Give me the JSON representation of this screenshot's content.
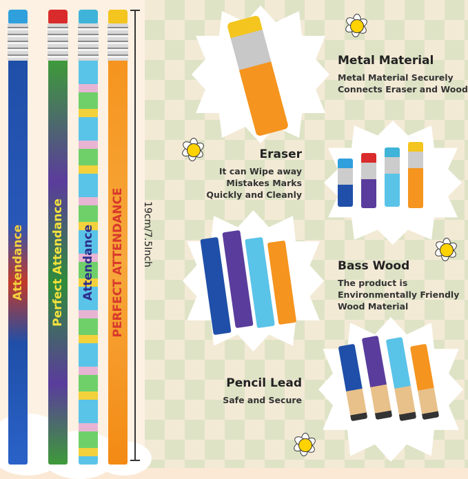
{
  "measurement": "19cm/7.5Inch",
  "pencils": [
    {
      "eraser": "#2fa0dc",
      "body": "#1f4fa8",
      "text": "Attendance",
      "text_color": "#f4d23c"
    },
    {
      "eraser": "#d92b2b",
      "body": "#5a3c9c",
      "text": "Perfect Attendance",
      "text_color": "#f4e23c"
    },
    {
      "eraser": "#3fb3d8",
      "body": "#5ac3e8",
      "text": "Attendance",
      "text_color": "#2d2d8c"
    },
    {
      "eraser": "#f3c51e",
      "body": "#f5941e",
      "text": "PERFECT ATTENDANCE",
      "text_color": "#d8392b"
    }
  ],
  "features": [
    {
      "title": "Metal Material",
      "desc": [
        "Metal Material Securely",
        "Connects Eraser and Wood"
      ]
    },
    {
      "title": "Eraser",
      "desc": [
        "It can Wipe away",
        "Mistakes Marks",
        "Quickly and Cleanly"
      ]
    },
    {
      "title": "Bass Wood",
      "desc": [
        "The product is",
        "Environmentally Friendly",
        "Wood Material"
      ]
    },
    {
      "title": "Pencil Lead",
      "desc": [
        "Safe and Secure"
      ]
    }
  ],
  "colors": {
    "checker": "#dfe3c6",
    "background": "#fbe9d6"
  }
}
